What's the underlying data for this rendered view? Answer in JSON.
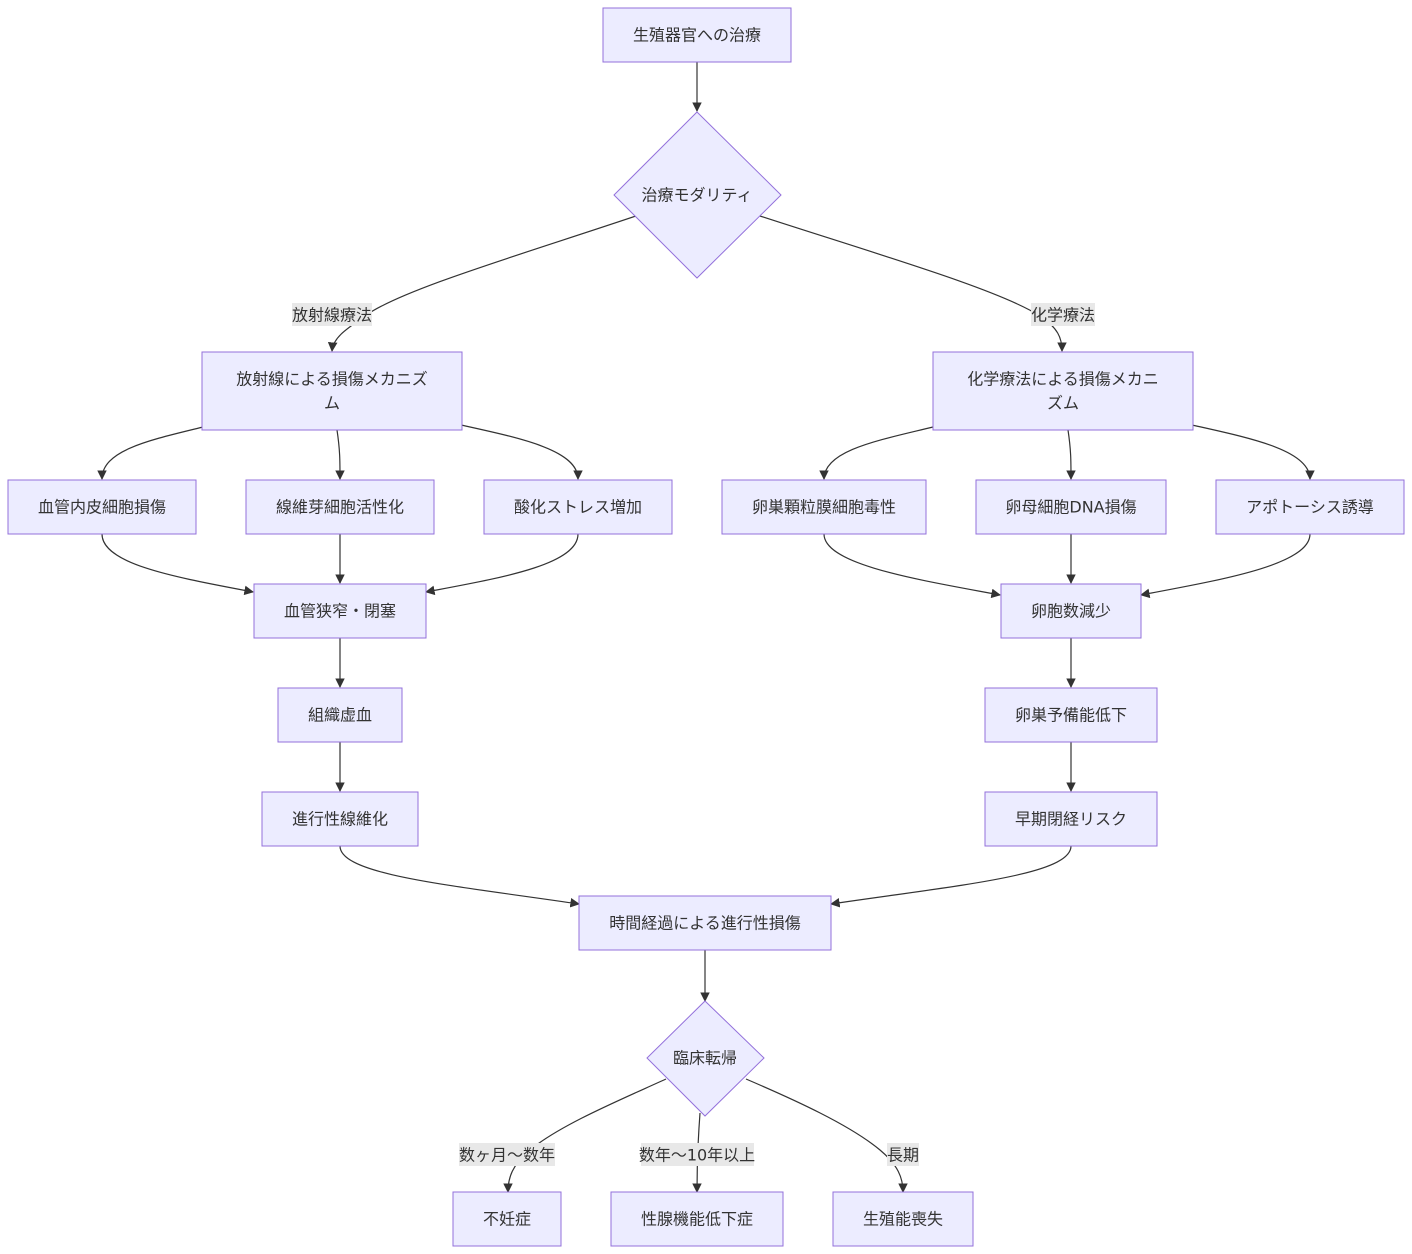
{
  "nodes": {
    "start": "生殖器官への治療",
    "modality": "治療モダリティ",
    "radiation_mech": [
      "放射線による損傷メカニズ",
      "ム"
    ],
    "chemo_mech": [
      "化学療法による損傷メカニ",
      "ズム"
    ],
    "endothelial": "血管内皮細胞損傷",
    "fibroblast": "線維芽細胞活性化",
    "oxidative": "酸化ストレス増加",
    "granulosa": "卵巣顆粒膜細胞毒性",
    "oocyte_dna": "卵母細胞DNA損傷",
    "apoptosis": "アポトーシス誘導",
    "vascular": "血管狭窄・閉塞",
    "follicle": "卵胞数減少",
    "ischemia": "組織虚血",
    "reserve": "卵巣予備能低下",
    "fibrosis": "進行性線維化",
    "menopause": "早期閉経リスク",
    "progressive": "時間経過による進行性損傷",
    "outcome": "臨床転帰",
    "infertility": "不妊症",
    "hypogonadism": "性腺機能低下症",
    "loss": "生殖能喪失"
  },
  "edge_labels": {
    "radiation": "放射線療法",
    "chemo": "化学療法",
    "months_years": "数ヶ月～数年",
    "years_10": "数年～10年以上",
    "long_term": "長期"
  },
  "colors": {
    "node_fill": "#ECECFF",
    "node_stroke": "#9370DB",
    "edge": "#333333",
    "edge_label_bg": "#E8E8E8"
  }
}
